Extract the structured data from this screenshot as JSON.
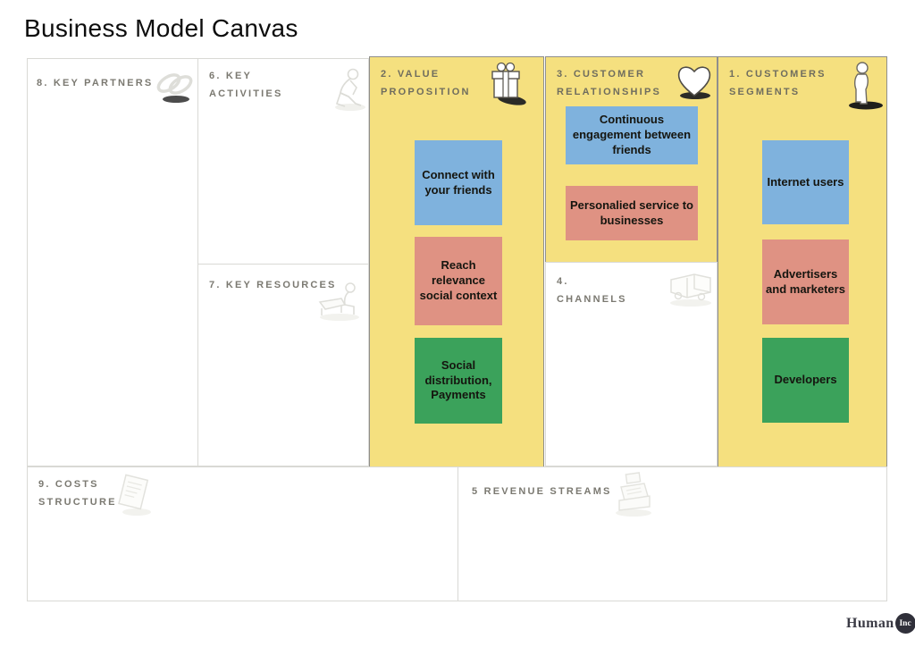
{
  "page_title": "Business Model Canvas",
  "sections": {
    "key_partners": {
      "title": "8. KEY PARTNERS",
      "icon": "chain-links-icon"
    },
    "key_activities": {
      "title_line1": "6. KEY",
      "title_line2": "ACTIVITIES",
      "icon": "working-person-icon"
    },
    "key_resources": {
      "title": "7. KEY RESOURCES",
      "icon": "desk-worker-icon"
    },
    "value_proposition": {
      "title_line1": "2. VALUE",
      "title_line2": "PROPOSITION",
      "icon": "gift-icon",
      "cards": [
        {
          "text": "Connect with your friends",
          "color": "#7FB2DD"
        },
        {
          "text": "Reach relevance social context",
          "color": "#DF9283"
        },
        {
          "text": "Social distribution, Payments",
          "color": "#3BA25B"
        }
      ]
    },
    "customer_relationships": {
      "title_line1": "3. CUSTOMER",
      "title_line2": "RELATIONSHIPS",
      "icon": "heart-icon",
      "cards": [
        {
          "text": "Continuous engagement between friends",
          "color": "#7FB2DD"
        },
        {
          "text": "Personalied service to businesses",
          "color": "#DF9283"
        }
      ]
    },
    "channels": {
      "title_line1": "4.",
      "title_line2": "CHANNELS",
      "icon": "delivery-truck-icon"
    },
    "customers_segments": {
      "title_line1": "1. CUSTOMERS",
      "title_line2": "SEGMENTS",
      "icon": "standing-person-icon",
      "cards": [
        {
          "text": "Internet users",
          "color": "#7FB2DD"
        },
        {
          "text": "Advertisers and marketers",
          "color": "#DF9283"
        },
        {
          "text": "Developers",
          "color": "#3BA25B"
        }
      ]
    },
    "costs_structure": {
      "title_line1": "9. COSTS",
      "title_line2": "STRUCTURE",
      "icon": "receipt-icon"
    },
    "revenue_streams": {
      "title": "5 REVENUE STREAMS",
      "icon": "cash-register-icon"
    }
  },
  "logo": {
    "text": "Human",
    "badge": "Inc"
  },
  "colors": {
    "panel_yellow": "#F5E07F",
    "card_blue": "#7FB2DD",
    "card_pink": "#DF9283",
    "card_green": "#3BA25B"
  }
}
